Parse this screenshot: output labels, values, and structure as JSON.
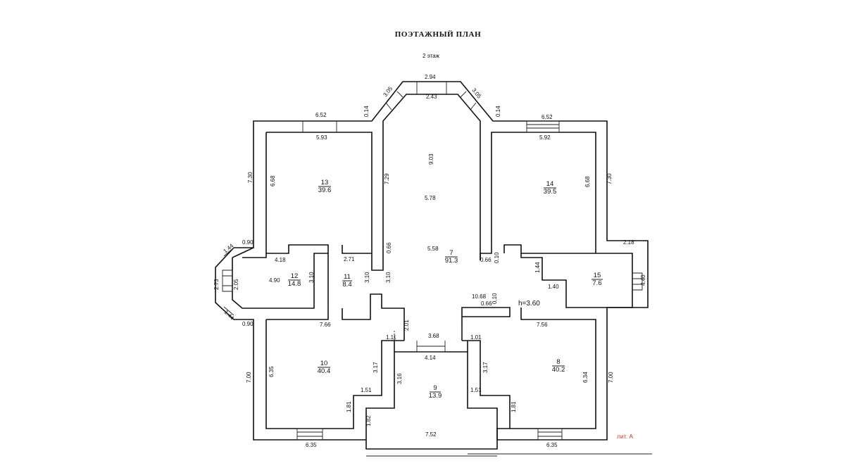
{
  "title": "ПОЭТАЖНЫЙ ПЛАН",
  "floor": "2 этаж",
  "ceiling_height": "h=3.60",
  "litera": "лит. А",
  "rooms": [
    {
      "id": "13",
      "area": "39.6"
    },
    {
      "id": "14",
      "area": "39.5"
    },
    {
      "id": "7",
      "area": "91.3"
    },
    {
      "id": "12",
      "area": "14.8"
    },
    {
      "id": "11",
      "area": "8.4"
    },
    {
      "id": "15",
      "area": "7.6"
    },
    {
      "id": "10",
      "area": "40.4"
    },
    {
      "id": "8",
      "area": "40.2"
    },
    {
      "id": "9",
      "area": "13.9"
    }
  ],
  "dimensions": [
    "2.94",
    "2.43",
    "3.05",
    "3.05",
    "0.14",
    "0.14",
    "6.52",
    "5.93",
    "6.52",
    "5.92",
    "7.30",
    "6.68",
    "7.29",
    "9.03",
    "5.78",
    "6.68",
    "7.30",
    "0.90",
    "1.44",
    "4.18",
    "2.71",
    "0.66",
    "5.58",
    "0.66",
    "0.10",
    "2.18",
    "2.73",
    "2.05",
    "4.90",
    "3.10",
    "3.10",
    "3.10",
    "1.44",
    "1.40",
    "4.40",
    "1.44",
    "0.90",
    "7.66",
    "2.01",
    "10.68",
    "0.66",
    "0.10",
    "7.56",
    "1.11",
    "3.68",
    "1.01",
    "4.14",
    "7.00",
    "6.35",
    "3.17",
    "3.16",
    "3.17",
    "6.34",
    "7.00",
    "1.51",
    "1.51",
    "1.81",
    "1.81",
    "1.82",
    "7.52",
    "6.35",
    "6.35"
  ]
}
